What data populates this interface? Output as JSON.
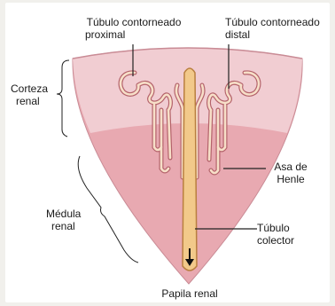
{
  "labels": {
    "tubulo_proximal_line1": "Túbulo contorneado",
    "tubulo_proximal_line2": "proximal",
    "tubulo_distal_line1": "Túbulo contorneado",
    "tubulo_distal_line2": "distal",
    "corteza_line1": "Corteza",
    "corteza_line2": "renal",
    "asa_line1": "Asa de",
    "asa_line2": "Henle",
    "medula_line1": "Médula",
    "medula_line2": "renal",
    "colector_line1": "Túbulo",
    "colector_line2": "colector",
    "papila": "Papila renal"
  },
  "colors": {
    "cortex": "#f1cdd2",
    "medulla": "#e8a9b1",
    "outline": "#c98b95",
    "tubule_fill": "#f7dfc8",
    "tubule_stroke": "#b4636b",
    "collector_fill": "#f2c98a",
    "collector_stroke": "#b97f3f"
  }
}
